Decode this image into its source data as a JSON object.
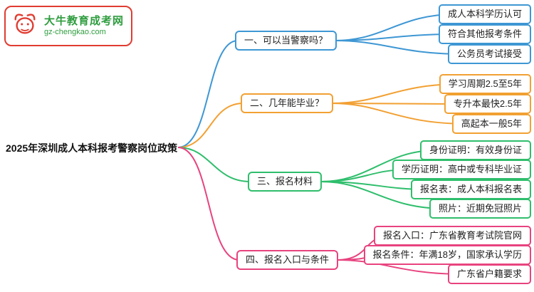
{
  "logo": {
    "brand": "大牛教育成考网",
    "domain": "gz-chengkao.com",
    "icon": "bull-icon",
    "border_color": "#e03c31",
    "text_color": "#2f9d3f"
  },
  "root": {
    "label": "2025年深圳成人本科报考警察岗位政策"
  },
  "branches": [
    {
      "label": "一、可以当警察吗？",
      "color": "#3e97d4",
      "children": [
        "成人本科学历认可",
        "符合其他报考条件",
        "公务员考试接受"
      ]
    },
    {
      "label": "二、几年能毕业？",
      "color": "#f2a032",
      "children": [
        "学习周期2.5至5年",
        "专升本最快2.5年",
        "高起本一般5年"
      ]
    },
    {
      "label": "三、报名材料",
      "color": "#2fbe6c",
      "children": [
        "身份证明：有效身份证",
        "学历证明：高中或专科毕业证",
        "报名表：成人本科报名表",
        "照片：近期免冠照片"
      ]
    },
    {
      "label": "四、报名入口与条件",
      "color": "#e8437f",
      "children": [
        "报名入口：广东省教育考试院官网",
        "报名条件：年满18岁，国家承认学历",
        "广东省户籍要求"
      ]
    }
  ]
}
